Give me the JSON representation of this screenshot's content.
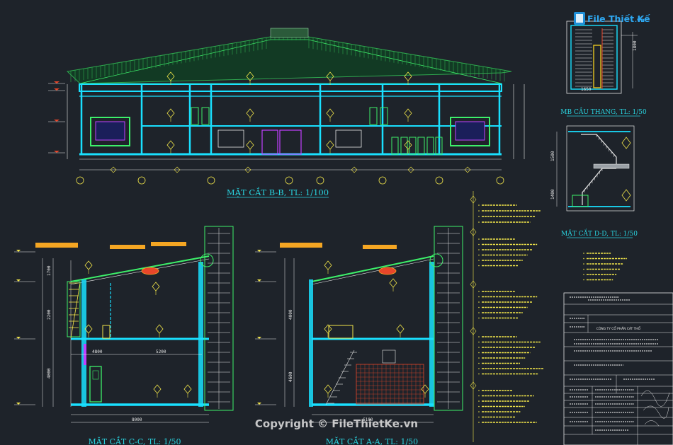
{
  "watermark": {
    "logo_text": "File Thiết Kế",
    "logo_suffix": ".vn",
    "copyright": "Copyright © FileThietKe.vn"
  },
  "views": {
    "section_bb": "MẶT CẮT B-B, TL: 1/100",
    "stair_plan": "MB CẦU THANG, TL: 1/50",
    "section_dd": "MẶT CẮT D-D, TL: 1/50",
    "section_cc": "MẶT CẮT C-C, TL: 1/50",
    "section_aa": "MẶT CẮT A-A, TL: 1/50"
  },
  "title_block": {
    "company": "CÔNG TY CỔ PHẦN CÁT THỔ"
  },
  "dimensions": {
    "cc": [
      "4800",
      "5200",
      "8000",
      "1700",
      "2200",
      "4000"
    ],
    "aa": [
      "6100",
      "4000",
      "4600"
    ],
    "dd": [
      "1500",
      "1400"
    ],
    "stair": [
      "1650",
      "1800"
    ]
  },
  "colors": {
    "background": "#1e232a",
    "roof": "#2fa84f",
    "structure": "#19e0ff",
    "wall": "#3df06a",
    "linework": "#e7e7e7",
    "annotation": "#f2e64a",
    "fill_orange": "#f5a623",
    "accent_red": "#e8462a",
    "door": "#c040ff"
  }
}
